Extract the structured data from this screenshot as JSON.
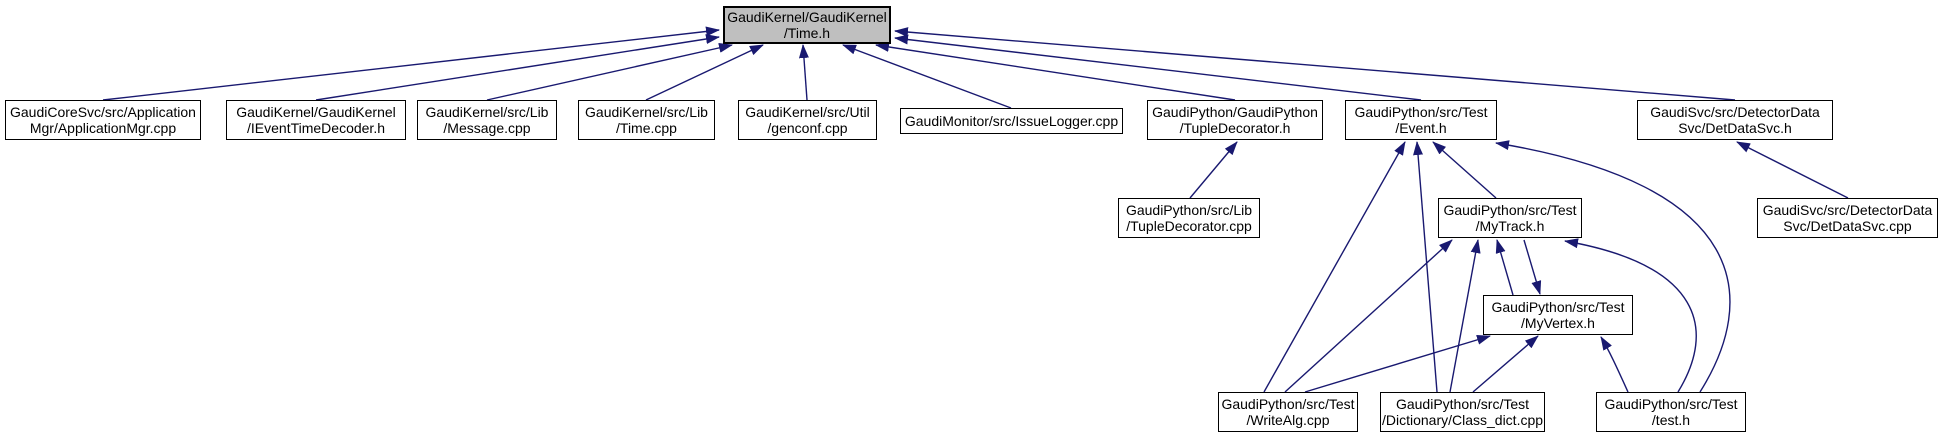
{
  "diagram": {
    "type": "include-dependency-graph",
    "edge_color": "#191970",
    "node_fill": "#ffffff",
    "highlight_fill": "#bfbfbf",
    "nodes": {
      "time_h": {
        "line1": "GaudiKernel/GaudiKernel",
        "line2": "/Time.h"
      },
      "application_mgr_cpp": {
        "line1": "GaudiCoreSvc/src/Application",
        "line2": "Mgr/ApplicationMgr.cpp"
      },
      "ievent_time_decoder_h": {
        "line1": "GaudiKernel/GaudiKernel",
        "line2": "/IEventTimeDecoder.h"
      },
      "message_cpp": {
        "line1": "GaudiKernel/src/Lib",
        "line2": "/Message.cpp"
      },
      "time_cpp": {
        "line1": "GaudiKernel/src/Lib",
        "line2": "/Time.cpp"
      },
      "genconf_cpp": {
        "line1": "GaudiKernel/src/Util",
        "line2": "/genconf.cpp"
      },
      "issue_logger_cpp": {
        "line1": "GaudiMonitor/src/IssueLogger.cpp"
      },
      "tuple_decorator_h": {
        "line1": "GaudiPython/GaudiPython",
        "line2": "/TupleDecorator.h"
      },
      "event_h": {
        "line1": "GaudiPython/src/Test",
        "line2": "/Event.h"
      },
      "det_data_svc_h": {
        "line1": "GaudiSvc/src/DetectorData",
        "line2": "Svc/DetDataSvc.h"
      },
      "tuple_decorator_cpp": {
        "line1": "GaudiPython/src/Lib",
        "line2": "/TupleDecorator.cpp"
      },
      "my_track_h": {
        "line1": "GaudiPython/src/Test",
        "line2": "/MyTrack.h"
      },
      "det_data_svc_cpp": {
        "line1": "GaudiSvc/src/DetectorData",
        "line2": "Svc/DetDataSvc.cpp"
      },
      "my_vertex_h": {
        "line1": "GaudiPython/src/Test",
        "line2": "/MyVertex.h"
      },
      "write_alg_cpp": {
        "line1": "GaudiPython/src/Test",
        "line2": "/WriteAlg.cpp"
      },
      "class_dict_cpp": {
        "line1": "GaudiPython/src/Test",
        "line2": "/Dictionary/Class_dict.cpp"
      },
      "test_h": {
        "line1": "GaudiPython/src/Test",
        "line2": "/test.h"
      }
    },
    "edges": [
      {
        "from": "application_mgr_cpp",
        "to": "time_h"
      },
      {
        "from": "ievent_time_decoder_h",
        "to": "time_h"
      },
      {
        "from": "message_cpp",
        "to": "time_h"
      },
      {
        "from": "time_cpp",
        "to": "time_h"
      },
      {
        "from": "genconf_cpp",
        "to": "time_h"
      },
      {
        "from": "issue_logger_cpp",
        "to": "time_h"
      },
      {
        "from": "tuple_decorator_h",
        "to": "time_h"
      },
      {
        "from": "event_h",
        "to": "time_h"
      },
      {
        "from": "det_data_svc_h",
        "to": "time_h"
      },
      {
        "from": "tuple_decorator_cpp",
        "to": "tuple_decorator_h"
      },
      {
        "from": "det_data_svc_cpp",
        "to": "det_data_svc_h"
      },
      {
        "from": "my_track_h",
        "to": "event_h"
      },
      {
        "from": "write_alg_cpp",
        "to": "event_h"
      },
      {
        "from": "class_dict_cpp",
        "to": "event_h"
      },
      {
        "from": "test_h",
        "to": "event_h"
      },
      {
        "from": "my_vertex_h",
        "to": "my_track_h"
      },
      {
        "from": "my_track_h",
        "to": "my_vertex_h"
      },
      {
        "from": "write_alg_cpp",
        "to": "my_track_h"
      },
      {
        "from": "class_dict_cpp",
        "to": "my_track_h"
      },
      {
        "from": "test_h",
        "to": "my_track_h"
      },
      {
        "from": "write_alg_cpp",
        "to": "my_vertex_h"
      },
      {
        "from": "class_dict_cpp",
        "to": "my_vertex_h"
      },
      {
        "from": "test_h",
        "to": "my_vertex_h"
      }
    ]
  }
}
